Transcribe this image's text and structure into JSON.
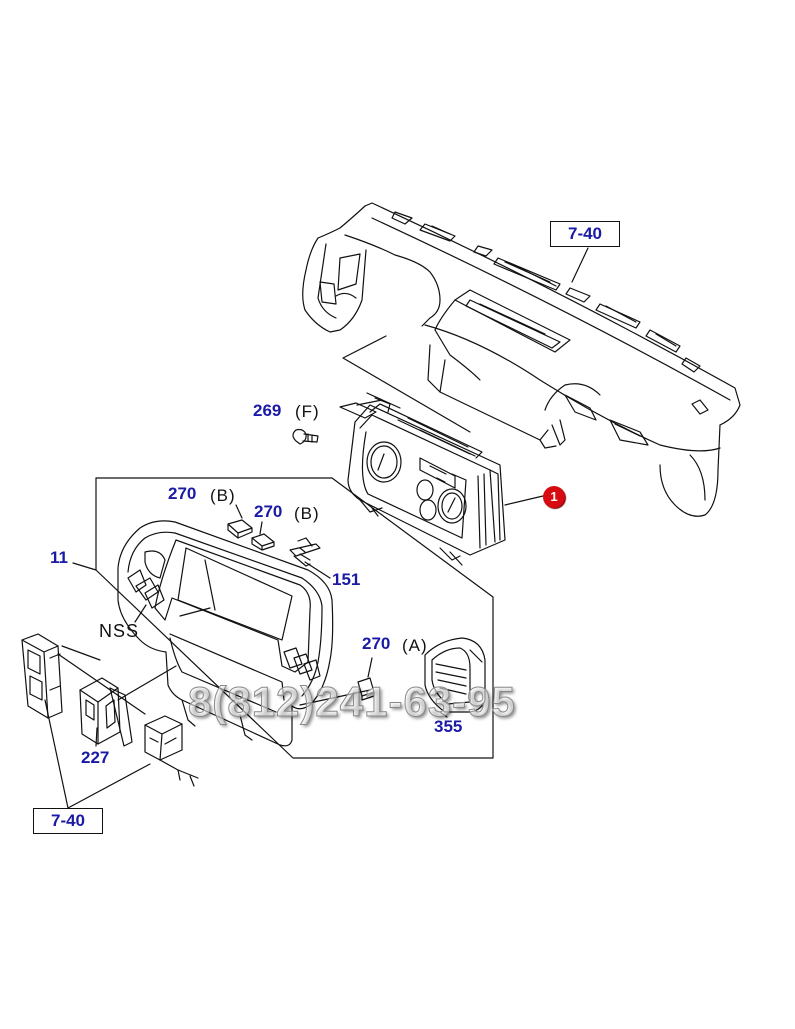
{
  "labels": {
    "ref_top": "7-40",
    "ref_bottom": "7-40",
    "p269": "269",
    "p269_variant": "(F)",
    "p270_b1": "270",
    "p270_b1_variant": "(B)",
    "p270_b2": "270",
    "p270_b2_variant": "(B)",
    "p151": "151",
    "p11": "11",
    "nss": "NSS",
    "p270_a": "270",
    "p270_a_variant": "(A)",
    "p355": "355",
    "p227": "227",
    "callout_1": "1"
  },
  "watermark": "8(812)241-63-95",
  "colors": {
    "part_number": "#1a1aa6",
    "callout": "#d60a10",
    "line": "#111111"
  }
}
